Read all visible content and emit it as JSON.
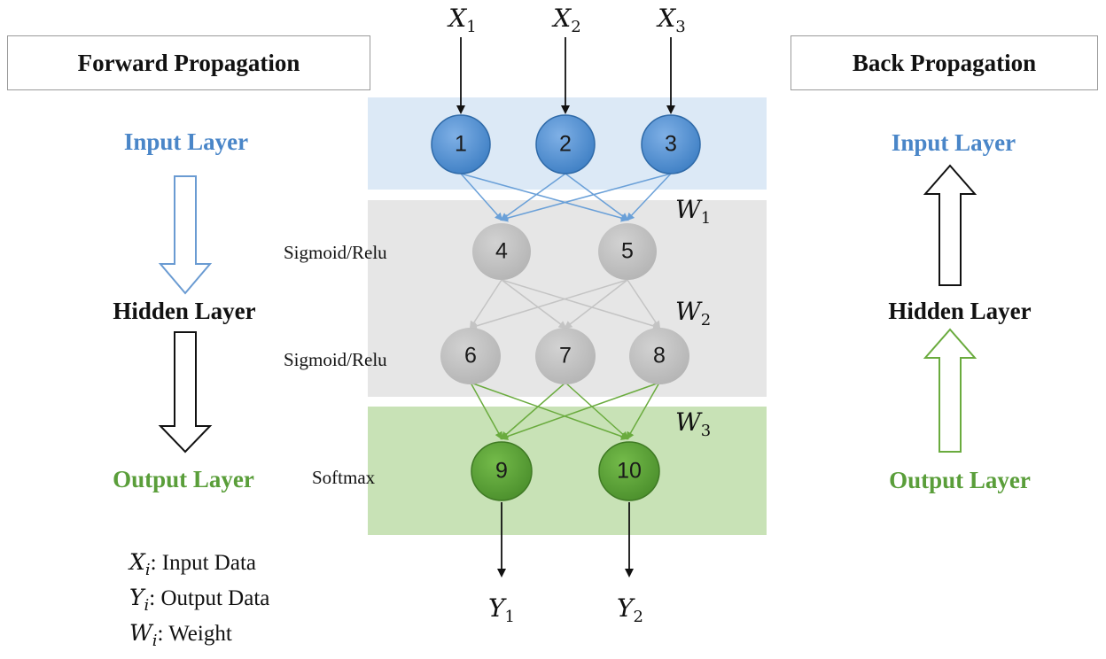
{
  "forward": {
    "title": "Forward Propagation",
    "input_label": "Input Layer",
    "hidden_label": "Hidden Layer",
    "output_label": "Output Layer"
  },
  "back": {
    "title": "Back Propagation",
    "input_label": "Input Layer",
    "hidden_label": "Hidden Layer",
    "output_label": "Output Layer"
  },
  "inputs": [
    {
      "sym": "X",
      "sub": "1"
    },
    {
      "sym": "X",
      "sub": "2"
    },
    {
      "sym": "X",
      "sub": "3"
    }
  ],
  "outputs": [
    {
      "sym": "Y",
      "sub": "1"
    },
    {
      "sym": "Y",
      "sub": "2"
    }
  ],
  "weights": [
    {
      "sym": "W",
      "sub": "1"
    },
    {
      "sym": "W",
      "sub": "2"
    },
    {
      "sym": "W",
      "sub": "3"
    }
  ],
  "activations": {
    "hidden1": "Sigmoid/Relu",
    "hidden2": "Sigmoid/Relu",
    "output": "Softmax"
  },
  "nodes": {
    "input": [
      "1",
      "2",
      "3"
    ],
    "hidden1": [
      "4",
      "5"
    ],
    "hidden2": [
      "6",
      "7",
      "8"
    ],
    "output": [
      "9",
      "10"
    ]
  },
  "legend": [
    {
      "sym": "X",
      "sub": "i",
      "text": ": Input Data"
    },
    {
      "sym": "Y",
      "sub": "i",
      "text": ": Output Data"
    },
    {
      "sym": "W",
      "sub": "i",
      "text": ": Weight"
    }
  ],
  "colors": {
    "input": "#4a86c8",
    "hidden": "#bdbdbd",
    "output": "#5a9e3a",
    "input_band": "#dce9f6",
    "hidden_band": "#e6e6e6",
    "output_band": "#c8e2b6"
  }
}
